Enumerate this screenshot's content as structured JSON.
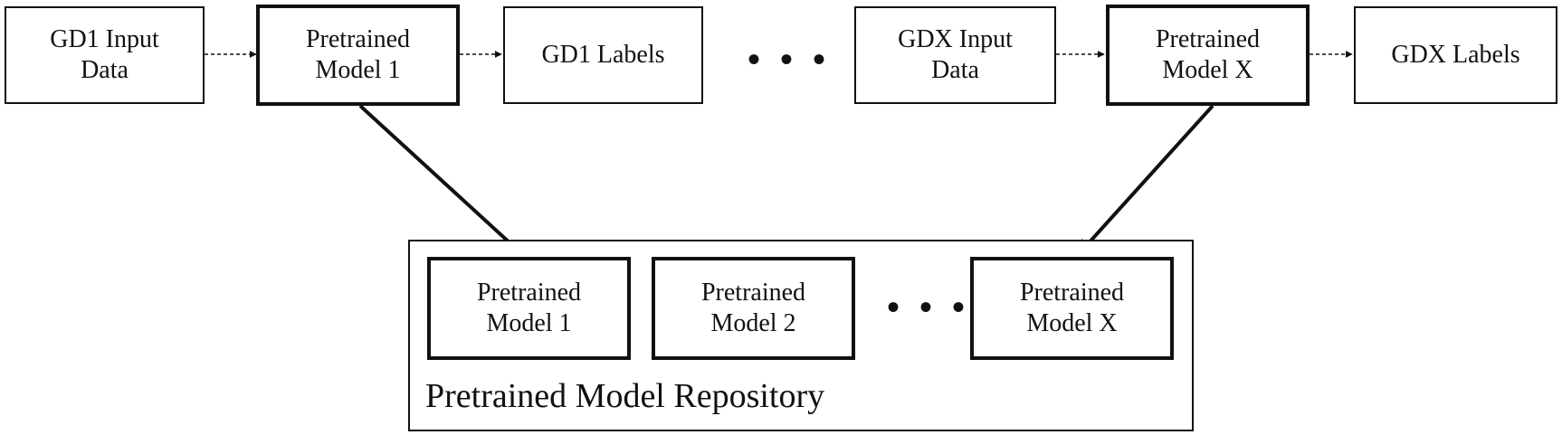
{
  "top_row": {
    "gd1_input": "GD1 Input\nData",
    "model_1": "Pretrained\nModel 1",
    "gd1_labels": "GD1 Labels",
    "ellipsis": "• • •",
    "gdx_input": "GDX Input\nData",
    "model_x": "Pretrained\nModel X",
    "gdx_labels": "GDX Labels"
  },
  "repository": {
    "label": "Pretrained Model Repository",
    "model_1": "Pretrained\nModel 1",
    "model_2": "Pretrained\nModel 2",
    "ellipsis": "• • •",
    "model_x": "Pretrained\nModel X"
  },
  "colors": {
    "stroke": "#111111",
    "background": "#ffffff"
  }
}
